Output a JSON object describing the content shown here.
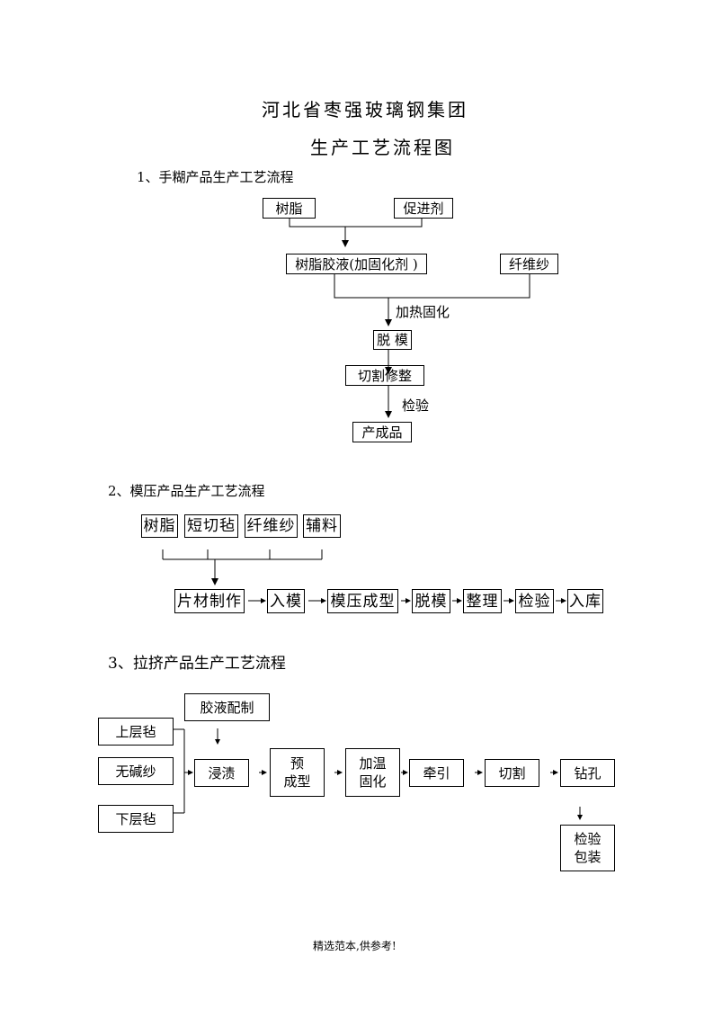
{
  "title": {
    "company": "河北省枣强玻璃钢集团",
    "subtitle": "生产工艺流程图"
  },
  "section1": {
    "heading": "1、手糊产品生产工艺流程",
    "resin": "树脂",
    "accelerator": "促进剂",
    "resin_liquid": "树脂胶液(加固化剂 )",
    "fiber_yarn": "纤维纱",
    "heat_cure_label": "加热固化",
    "demold": "脱  模",
    "cut_trim": "切割修整",
    "inspect_label": "检验",
    "product": "产成品"
  },
  "section2": {
    "heading": "2、模压产品生产工艺流程",
    "inputs": [
      "树脂",
      "短切毡",
      "纤维纱",
      "辅料"
    ],
    "steps": [
      "片材制作",
      "入模",
      "模压成型",
      "脱模",
      "整理",
      "检验",
      "入库"
    ]
  },
  "section3": {
    "heading": "3、拉挤产品生产工艺流程",
    "glue_prep": "胶液配制",
    "upper_felt": "上层毡",
    "alkali_free_yarn": "无碱纱",
    "lower_felt": "下层毡",
    "impregnate": "浸渍",
    "preform_line1": "预",
    "preform_line2": "成型",
    "heat_cure_line1": "加温",
    "heat_cure_line2": "固化",
    "pull": "牵引",
    "cut": "切割",
    "drill": "钻孔",
    "inspect_line1": "检验",
    "inspect_line2": "包装"
  },
  "footer": "精选范本,供参考!"
}
